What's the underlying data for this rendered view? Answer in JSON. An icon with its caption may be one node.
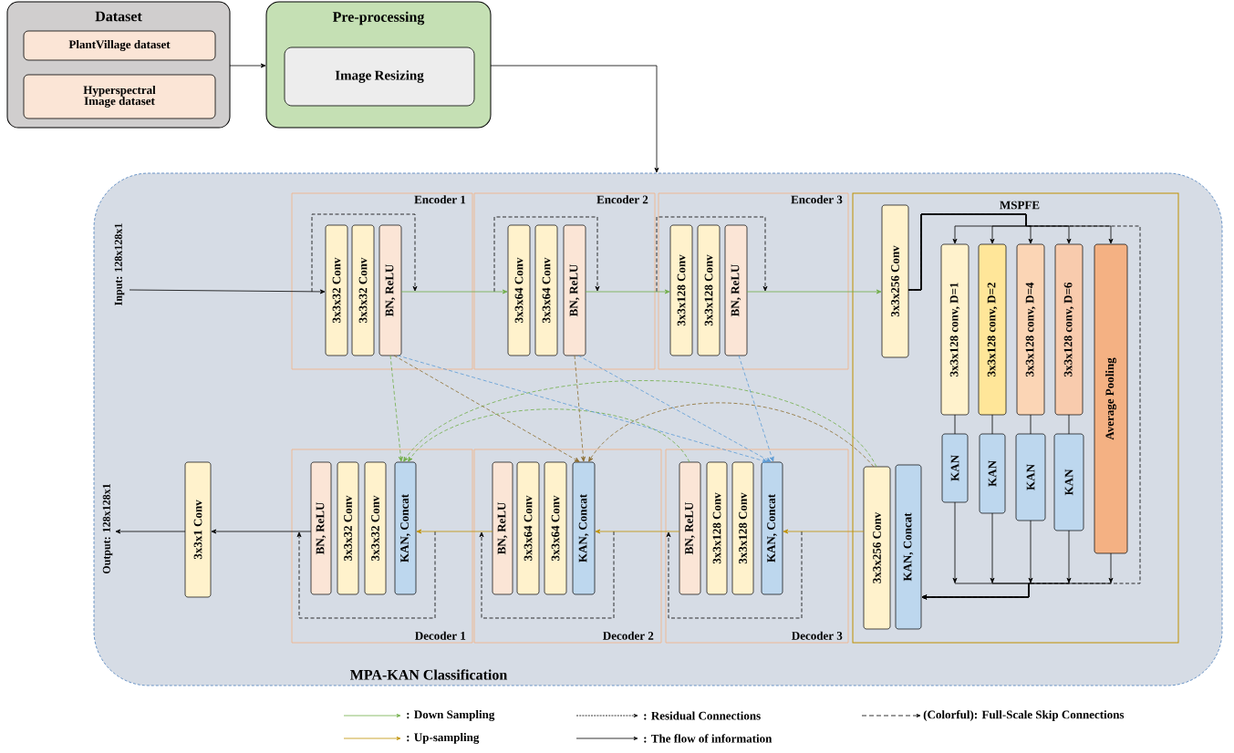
{
  "diagram": {
    "nodes": [
      {
        "text": [
          "Dataset"
        ]
      },
      {
        "text": [
          "PlantVillage dataset"
        ],
        "in": 0
      },
      {
        "text": [
          "Hyperspectral Image dataset"
        ],
        "in": 0
      },
      {
        "text": [
          "Pre-processing"
        ]
      },
      {
        "text": [
          "Image Resizing"
        ],
        "in": 3
      },
      {
        "text": [
          "MPA-KAN Classification"
        ]
      },
      {
        "text": [
          "Input: 128x128x1"
        ],
        "in": 5
      },
      {
        "text": [
          "Encoder 1"
        ],
        "in": 5
      },
      {
        "text": [
          "3x3x32 Conv"
        ],
        "in": 7
      },
      {
        "text": [
          "3x3x32 Conv"
        ],
        "in": 7
      },
      {
        "text": [
          "BN, ReLU"
        ],
        "in": 7
      },
      {
        "text": [
          "Encoder 2"
        ],
        "in": 5
      },
      {
        "text": [
          "3x3x64 Conv"
        ],
        "in": 11
      },
      {
        "text": [
          "3x3x64 Conv"
        ],
        "in": 11
      },
      {
        "text": [
          "BN, ReLU"
        ],
        "in": 11
      },
      {
        "text": [
          "Encoder 3"
        ],
        "in": 5
      },
      {
        "text": [
          "3x3x128 Conv"
        ],
        "in": 15
      },
      {
        "text": [
          "3x3x128 Conv"
        ],
        "in": 15
      },
      {
        "text": [
          "BN, ReLU"
        ],
        "in": 15
      },
      {
        "text": [
          "MSPFE"
        ],
        "in": 5
      },
      {
        "text": [
          "3x3x256 Conv"
        ],
        "in": 19
      },
      {
        "text": [
          "3x3x128 conv, D=1"
        ],
        "in": 19
      },
      {
        "text": [
          "3x3x128 conv, D=2"
        ],
        "in": 19
      },
      {
        "text": [
          "3x3x128 conv, D=4"
        ],
        "in": 19
      },
      {
        "text": [
          "3x3x128 conv, D=6"
        ],
        "in": 19
      },
      {
        "text": [
          "Average Pooling"
        ],
        "in": 19
      },
      {
        "text": [
          "KAN"
        ],
        "in": 19
      },
      {
        "text": [
          "KAN"
        ],
        "in": 19
      },
      {
        "text": [
          "KAN"
        ],
        "in": 19
      },
      {
        "text": [
          "KAN"
        ],
        "in": 19
      },
      {
        "text": [
          "Output: 128x128x1"
        ],
        "in": 5
      },
      {
        "text": [
          "3x3x1 Conv"
        ],
        "in": 5
      },
      {
        "text": [
          "Decoder 1"
        ],
        "in": 5
      },
      {
        "text": [
          "BN, ReLU"
        ],
        "in": 32
      },
      {
        "text": [
          "3x3x32 Conv"
        ],
        "in": 32
      },
      {
        "text": [
          "3x3x32 Conv"
        ],
        "in": 32
      },
      {
        "text": [
          "KAN, Concat"
        ],
        "in": 32
      },
      {
        "text": [
          "Decoder 2"
        ],
        "in": 5
      },
      {
        "text": [
          "BN, ReLU"
        ],
        "in": 37
      },
      {
        "text": [
          "3x3x64 Conv"
        ],
        "in": 37
      },
      {
        "text": [
          "3x3x64 Conv"
        ],
        "in": 37
      },
      {
        "text": [
          "KAN, Concat"
        ],
        "in": 37
      },
      {
        "text": [
          "Decoder 3"
        ],
        "in": 5
      },
      {
        "text": [
          "BN, ReLU"
        ],
        "in": 42
      },
      {
        "text": [
          "3x3x128 Conv"
        ],
        "in": 42
      },
      {
        "text": [
          "3x3x128 Conv"
        ],
        "in": 42
      },
      {
        "text": [
          "KAN, Concat"
        ],
        "in": 42
      },
      {
        "text": [
          "3x3x256 Conv"
        ],
        "in": 19
      },
      {
        "text": [
          "KAN, Concat"
        ],
        "in": 19
      }
    ],
    "edges": [
      {
        "from": 0,
        "to": 3,
        "arrow": "to"
      },
      {
        "from": 3,
        "to": 5,
        "arrow": "to"
      },
      {
        "from": 6,
        "to": 8,
        "arrow": "to"
      },
      {
        "from": 10,
        "to": 12,
        "arrow": "to",
        "color": "#70ad47"
      },
      {
        "from": 14,
        "to": 16,
        "arrow": "to",
        "color": "#70ad47"
      },
      {
        "from": 18,
        "to": 20,
        "arrow": "to",
        "color": "#70ad47"
      },
      {
        "from": 8,
        "to": 10,
        "arrow": "to",
        "style": "dashed"
      },
      {
        "from": 12,
        "to": 14,
        "arrow": "to",
        "style": "dashed"
      },
      {
        "from": 16,
        "to": 18,
        "arrow": "to",
        "style": "dashed"
      },
      {
        "from": 20,
        "to": 21,
        "arrow": "to"
      },
      {
        "from": 20,
        "to": 22,
        "arrow": "to"
      },
      {
        "from": 20,
        "to": 23,
        "arrow": "to"
      },
      {
        "from": 20,
        "to": 24,
        "arrow": "to"
      },
      {
        "from": 20,
        "to": 25,
        "arrow": "to"
      },
      {
        "from": 20,
        "to": 48,
        "arrow": "to",
        "style": "dashed"
      },
      {
        "from": 21,
        "to": 26,
        "arrow": "none"
      },
      {
        "from": 22,
        "to": 27,
        "arrow": "none"
      },
      {
        "from": 23,
        "to": 28,
        "arrow": "none"
      },
      {
        "from": 24,
        "to": 29,
        "arrow": "none"
      },
      {
        "from": 26,
        "to": 48,
        "arrow": "to"
      },
      {
        "from": 27,
        "to": 48,
        "arrow": "to"
      },
      {
        "from": 28,
        "to": 48,
        "arrow": "to"
      },
      {
        "from": 29,
        "to": 48,
        "arrow": "to"
      },
      {
        "from": 25,
        "to": 48,
        "arrow": "to"
      },
      {
        "from": 47,
        "to": 46,
        "arrow": "to",
        "color": "#bf9000"
      },
      {
        "from": 43,
        "to": 41,
        "arrow": "to",
        "color": "#bf9000"
      },
      {
        "from": 38,
        "to": 36,
        "arrow": "to",
        "color": "#bf9000"
      },
      {
        "from": 33,
        "to": 31,
        "arrow": "to"
      },
      {
        "from": 31,
        "to": 30,
        "arrow": "to"
      },
      {
        "from": 36,
        "to": 33,
        "arrow": "to",
        "style": "dashed"
      },
      {
        "from": 41,
        "to": 38,
        "arrow": "to",
        "style": "dashed"
      },
      {
        "from": 46,
        "to": 43,
        "arrow": "to",
        "style": "dashed"
      },
      {
        "from": 10,
        "to": 36,
        "arrow": "to",
        "style": "dashed",
        "color": "#70ad47"
      },
      {
        "from": 43,
        "to": 36,
        "arrow": "to",
        "style": "dashed",
        "color": "#70ad47"
      },
      {
        "from": 47,
        "to": 36,
        "arrow": "to",
        "style": "dashed",
        "color": "#70ad47"
      },
      {
        "from": 10,
        "to": 41,
        "arrow": "to",
        "style": "dashed",
        "color": "#8c6d2f"
      },
      {
        "from": 14,
        "to": 41,
        "arrow": "to",
        "style": "dashed",
        "color": "#8c6d2f"
      },
      {
        "from": 47,
        "to": 41,
        "arrow": "to",
        "style": "dashed",
        "color": "#8c6d2f"
      },
      {
        "from": 10,
        "to": 46,
        "arrow": "to",
        "style": "dashed",
        "color": "#5b9bd5"
      },
      {
        "from": 14,
        "to": 46,
        "arrow": "to",
        "style": "dashed",
        "color": "#5b9bd5"
      },
      {
        "from": 18,
        "to": 46,
        "arrow": "to",
        "style": "dashed",
        "color": "#5b9bd5"
      }
    ],
    "legend": [
      {
        "text": ": Down Sampling"
      },
      {
        "text": ": Residual Connections"
      },
      {
        "text": "(Colorful): Full-Scale Skip Connections"
      },
      {
        "text": ": Up-sampling"
      },
      {
        "text": ": The flow of information"
      }
    ]
  }
}
